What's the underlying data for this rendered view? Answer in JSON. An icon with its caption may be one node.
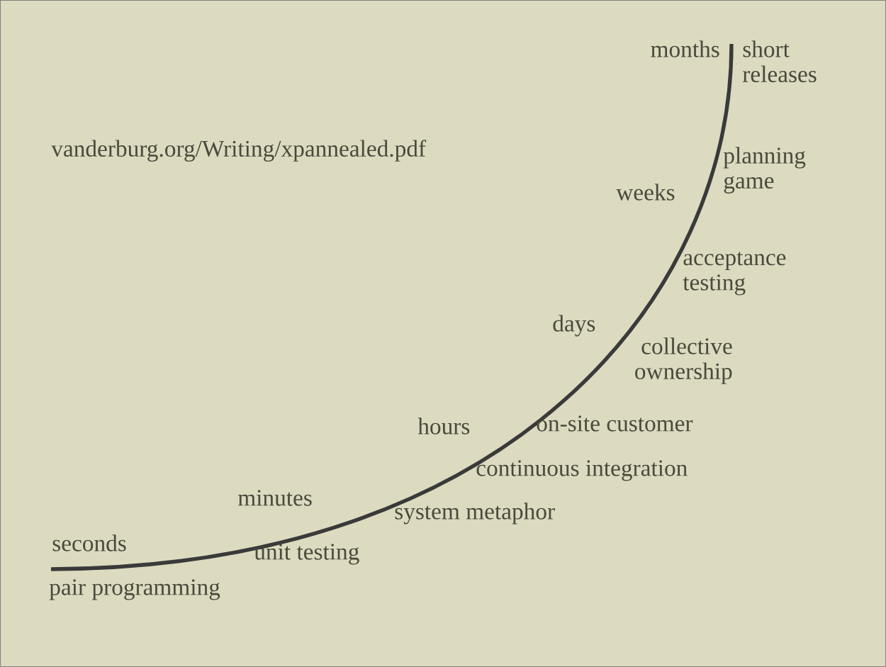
{
  "diagram": {
    "labels": [
      "months",
      "short releases",
      "vanderburg.org/Writing/xpannealed.pdf",
      "planning game",
      "weeks",
      "acceptance testing",
      "days",
      "collective ownership",
      "on-site customer",
      "hours",
      "continuous integration",
      "minutes",
      "system metaphor",
      "seconds",
      "unit testing",
      "pair programming"
    ]
  }
}
